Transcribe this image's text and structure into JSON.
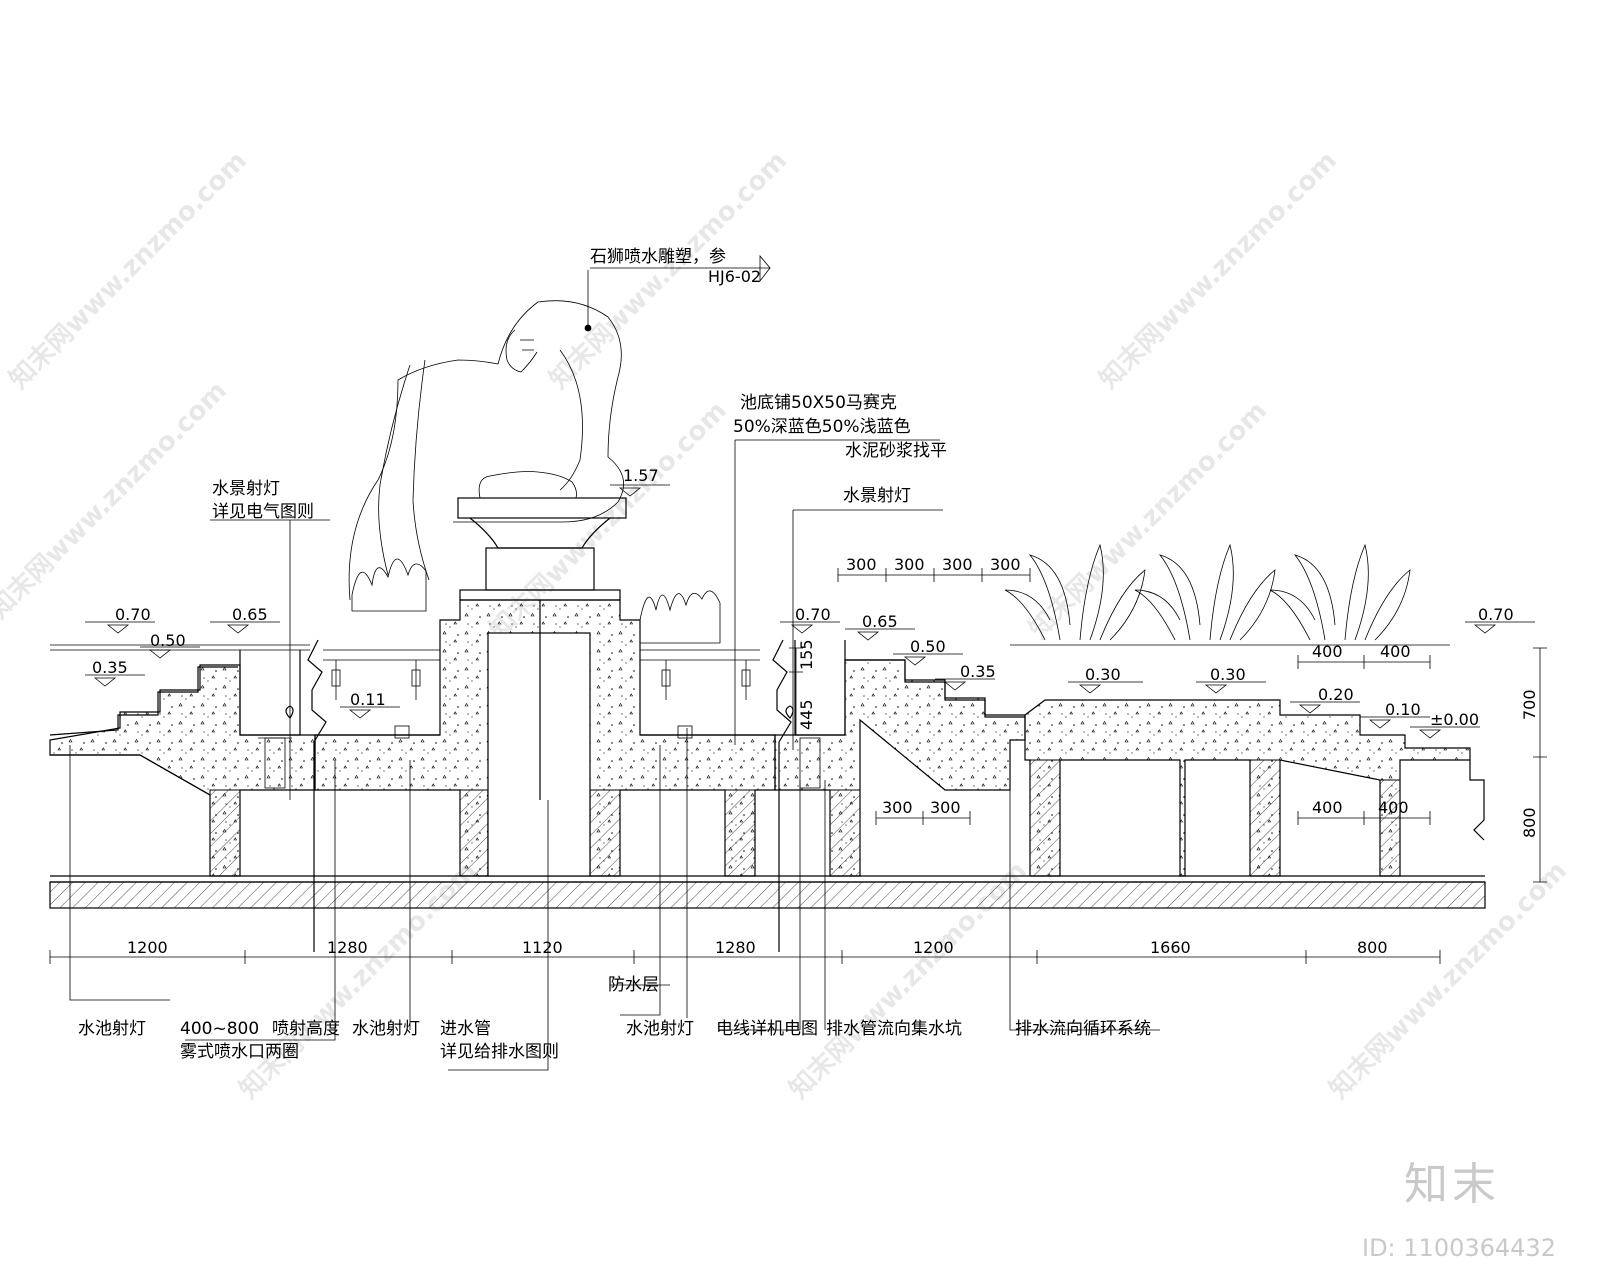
{
  "title_callout": {
    "text": "石狮喷水雕塑，参",
    "ref": "HJ6-02"
  },
  "right_callouts": {
    "pool_bottom": [
      "池底铺50X50马赛克",
      "50%深蓝色50%浅蓝色",
      "水泥砂浆找平"
    ],
    "spotlight_right": "水景射灯"
  },
  "left_callout": [
    "水景射灯",
    "详见电气图则"
  ],
  "elevations": {
    "plinth": "1.57",
    "left_070": "0.70",
    "left_065": "0.65",
    "left_050": "0.50",
    "left_035": "0.35",
    "left_011": "0.11",
    "mid_070": "0.70",
    "mid_065": "0.65",
    "mid_050": "0.50",
    "mid_035": "0.35",
    "p1_030": "0.30",
    "p2_030": "0.30",
    "step_020": "0.20",
    "step_010": "0.10",
    "ground": "±0.00",
    "right_070": "0.70"
  },
  "dims": {
    "top_row": [
      "300",
      "300",
      "300",
      "300"
    ],
    "planter": [
      "400",
      "400"
    ],
    "lower_left": [
      "300",
      "300"
    ],
    "lower_right": [
      "400",
      "400"
    ],
    "vertical_right": [
      "700",
      "800"
    ],
    "small_vertical": [
      "155",
      "445"
    ],
    "bottom_row": [
      "1200",
      "1280",
      "1120",
      "1280",
      "1200",
      "1660",
      "800"
    ]
  },
  "waterproof_label": "防水层",
  "bottom_labels": {
    "l1": "水池射灯",
    "l2a": "400~800",
    "l2b": "喷射高度",
    "l2c": "雾式喷水口两圈",
    "l3": "水池射灯",
    "l4a": "进水管",
    "l4b": "详见给排水图则",
    "l5": "水池射灯",
    "l6": "电线详机电图",
    "l7": "排水管流向集水坑",
    "l8": "排水流向循环系统"
  },
  "watermark": "知末网www.znzmo.com",
  "brand": "知末",
  "brand_id": "ID: 1100364432"
}
